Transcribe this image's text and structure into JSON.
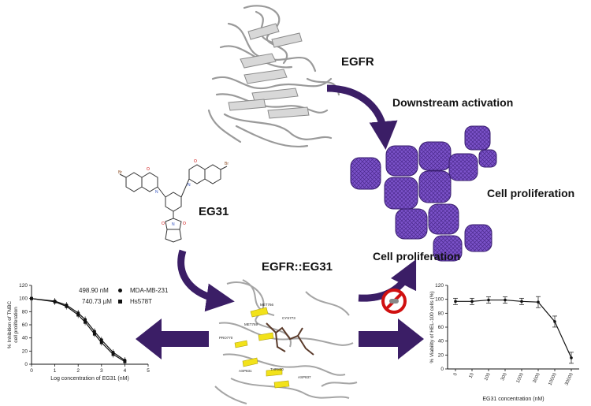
{
  "labels": {
    "egfr": "EGFR",
    "downstream": "Downstream activation",
    "cell_prolif_right": "Cell proliferation",
    "cell_prolif_bottom": "Cell proliferation",
    "eg31": "EG31",
    "complex": "EGFR::EG31"
  },
  "residues": [
    "MET766",
    "MET769",
    "PRO770",
    "THR830",
    "ASP831",
    "ASP837",
    "CYS773"
  ],
  "colors": {
    "arrow": "#3b1e66",
    "cells": "#7b52c9",
    "cells_dark": "#4b2a8c",
    "inhibit": "#d01010",
    "ligand_highlight": "#f2e21a"
  },
  "chart_data": [
    {
      "type": "line",
      "xlabel": "Log concentration of EG31 (nM)",
      "ylabel": "% Inhibition of TNBC cell proliferation",
      "xlim": [
        0,
        5
      ],
      "ylim": [
        0,
        120
      ],
      "xticks": [
        "0",
        "1",
        "2",
        "3",
        "4",
        "5"
      ],
      "yticks": [
        "0",
        "20",
        "40",
        "60",
        "80",
        "100",
        "120"
      ],
      "legend": [
        {
          "value": "498.90 nM",
          "marker": "circle",
          "name": "MDA-MB-231"
        },
        {
          "value": "740.73 µM",
          "marker": "square",
          "name": "Hs578T"
        }
      ],
      "series": [
        {
          "name": "MDA-MB-231",
          "x": [
            0,
            1,
            1.5,
            2,
            2.3,
            2.7,
            3,
            3.5,
            4
          ],
          "y": [
            100,
            96,
            90,
            78,
            68,
            50,
            37,
            18,
            6
          ]
        },
        {
          "name": "Hs578T",
          "x": [
            0,
            1,
            1.5,
            2,
            2.3,
            2.7,
            3,
            3.5,
            4
          ],
          "y": [
            100,
            95,
            88,
            75,
            64,
            46,
            33,
            15,
            4
          ]
        }
      ]
    },
    {
      "type": "line",
      "xlabel": "EG31 concentration (nM)",
      "ylabel": "% Viability of HEL-100 cells (%)",
      "ylim": [
        0,
        120
      ],
      "yticks": [
        "0",
        "20",
        "40",
        "60",
        "80",
        "100",
        "120"
      ],
      "categories": [
        "0",
        "10",
        "100",
        "300",
        "1000",
        "3000",
        "10000",
        "30000"
      ],
      "series": [
        {
          "name": "HEL-100",
          "values": [
            97,
            97,
            99,
            99,
            97,
            96,
            68,
            16
          ]
        }
      ]
    }
  ]
}
